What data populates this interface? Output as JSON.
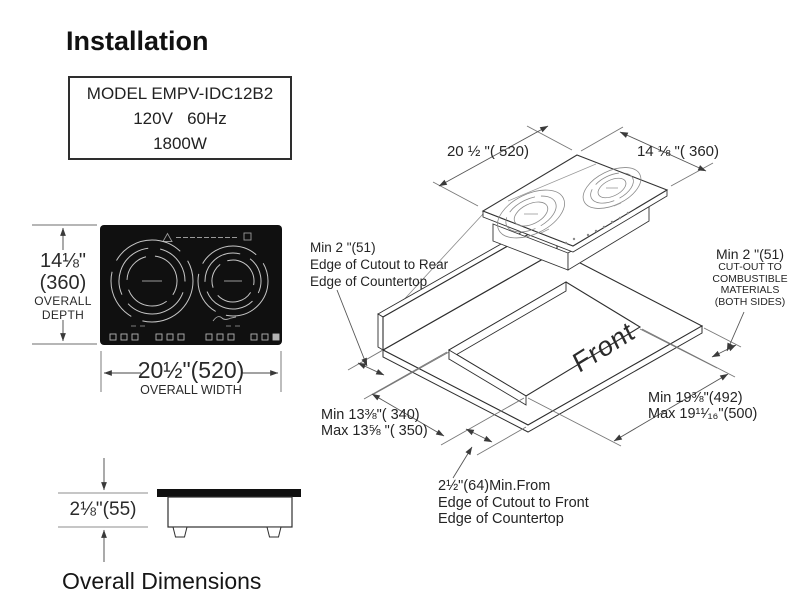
{
  "title": "Installation",
  "model_box": {
    "line1": "MODEL EMPV-IDC12B2",
    "line2": "120V   60Hz",
    "line3": "1800W"
  },
  "top_view": {
    "depth_value": "14⅛\"",
    "depth_value2": "(360)",
    "depth_label1": "OVERALL",
    "depth_label2": "DEPTH",
    "width_value": "20½\"(520)",
    "width_label": "OVERALL WIDTH"
  },
  "side_view": {
    "height_value": "2⅛\"(55)",
    "caption": "Overall Dimensions"
  },
  "iso": {
    "width_dim": "20 ½ \"( 520)",
    "depth_dim": "14 ⅛ \"( 360)",
    "front_label": "Front",
    "rear_clearance": [
      "Min 2 \"(51)",
      "Edge of Cutout to Rear",
      "Edge of Countertop"
    ],
    "side_clearance": [
      "Min 2 \"(51)",
      "CUT-OUT TO",
      "COMBUSTIBLE",
      "MATERIALS",
      "(BOTH SIDES)"
    ],
    "cutout_width": [
      "Min 19⅜\"(492)",
      "Max 19¹¹⁄₁₆\"(500)"
    ],
    "cutout_depth": [
      "Min 13⅜\"( 340)",
      "Max 13⅝ \"( 350)"
    ],
    "front_clearance": [
      "2½\"(64)Min.From",
      "Edge of Cutout to Front",
      "Edge of Countertop"
    ]
  },
  "colors": {
    "cooktop_black": "#101010",
    "line_dark": "#2e2e2e",
    "dim_line": "#555555"
  }
}
